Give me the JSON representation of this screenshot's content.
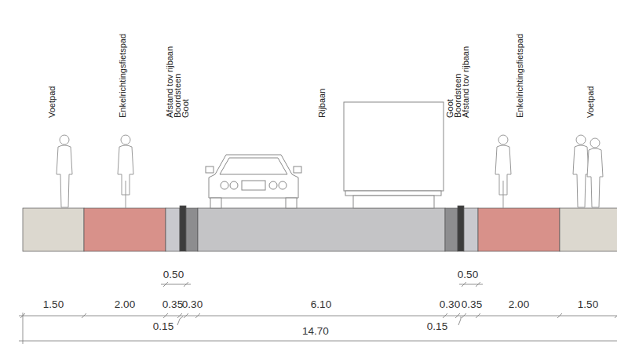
{
  "diagram": {
    "labels": [
      "Voetpad",
      "Enkelrichtingsfietspad",
      "Afstand tov rijbaan",
      "Boordsteen",
      "Goot",
      "Rijbaan",
      "Goot",
      "Boordsteen",
      "Afstand tov rijbaan",
      "Enkelrichtingsfietspad",
      "Voetpad",
      "0.50",
      "0.50",
      "1.50",
      "2.00",
      "0.35",
      "0.30",
      "6.10",
      "0.30",
      "0.35",
      "2.00",
      "1.50",
      "0.15",
      "0.15",
      "14.70"
    ]
  }
}
